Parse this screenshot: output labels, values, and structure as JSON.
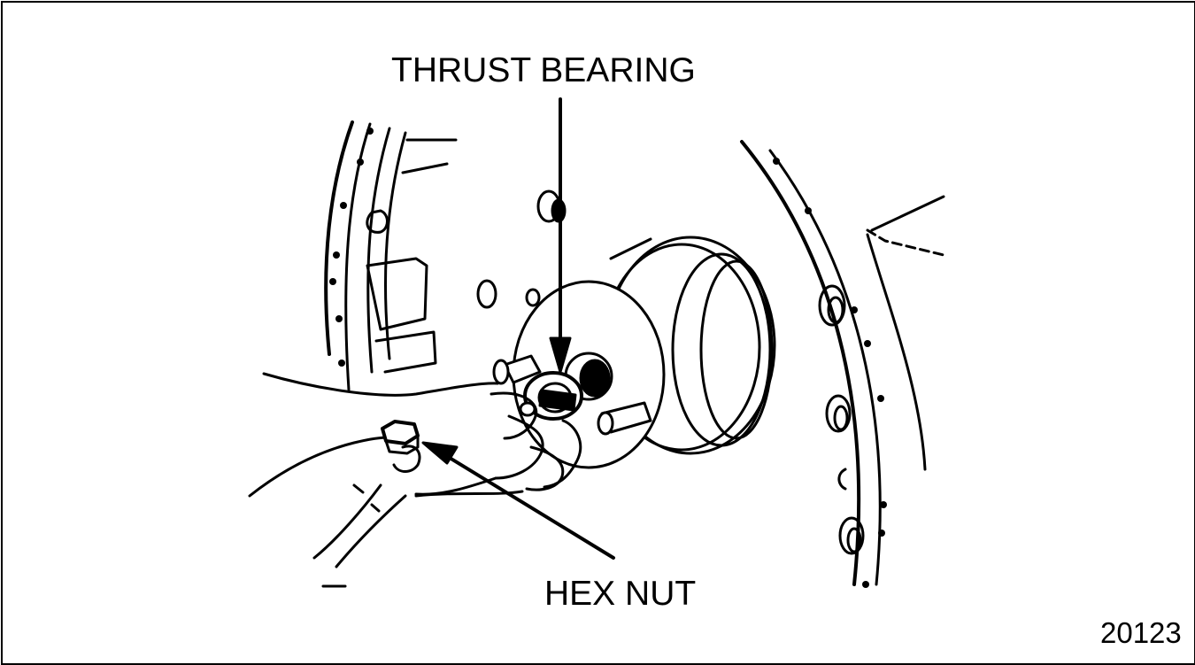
{
  "callouts": {
    "thrust_bearing": "THRUST BEARING",
    "hex_nut": "HEX NUT"
  },
  "figure_number": "20123",
  "colors": {
    "ink": "#000000",
    "paper": "#ffffff"
  }
}
